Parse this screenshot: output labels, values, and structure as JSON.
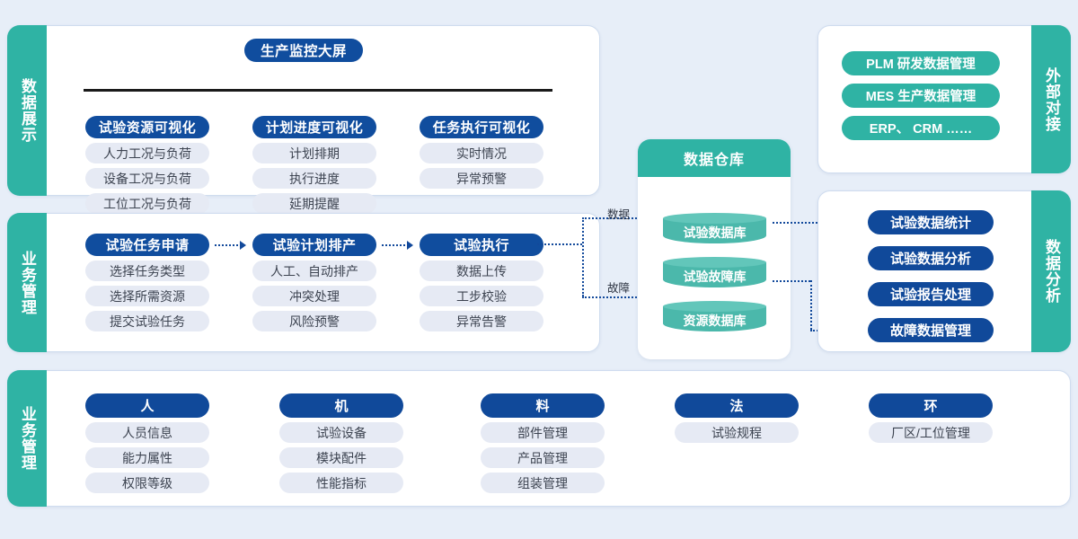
{
  "colors": {
    "background": "#e7eef8",
    "panel": "#ffffff",
    "teal": "#2fb3a4",
    "deep_blue": "#104d9e",
    "item_pill": "#e6eaf4",
    "connector": "#12499b",
    "rule": "#1a1a1a"
  },
  "display_row": {
    "side_label": "数据展示",
    "screen_title": "生产监控大屏",
    "columns": [
      {
        "header": "试验资源可视化",
        "items": [
          "人力工况与负荷",
          "设备工况与负荷",
          "工位工况与负荷"
        ]
      },
      {
        "header": "计划进度可视化",
        "items": [
          "计划排期",
          "执行进度",
          "延期提醒"
        ]
      },
      {
        "header": "任务执行可视化",
        "items": [
          "实时情况",
          "异常预警"
        ]
      }
    ]
  },
  "external_panel": {
    "side_label": "外部对接",
    "items": [
      "PLM 研发数据管理",
      "MES 生产数据管理",
      "ERP、 CRM ……"
    ]
  },
  "business_row": {
    "side_label": "业务管理",
    "columns": [
      {
        "header": "试验任务申请",
        "items": [
          "选择任务类型",
          "选择所需资源",
          "提交试验任务"
        ]
      },
      {
        "header": "试验计划排产",
        "items": [
          "人工、自动排产",
          "冲突处理",
          "风险预警"
        ]
      },
      {
        "header": "试验执行",
        "items": [
          "数据上传",
          "工步校验",
          "异常告警"
        ]
      }
    ]
  },
  "warehouse": {
    "title": "数据仓库",
    "databases": [
      "试验数据库",
      "试验故障库",
      "资源数据库"
    ]
  },
  "connectors": {
    "data_label": "数据",
    "fault_label": "故障"
  },
  "analysis_panel": {
    "side_label": "数据分析",
    "items": [
      "试验数据统计",
      "试验数据分析",
      "试验报告处理",
      "故障数据管理"
    ]
  },
  "foundation_row": {
    "side_label": "业务管理",
    "columns": [
      {
        "header": "人",
        "items": [
          "人员信息",
          "能力属性",
          "权限等级"
        ]
      },
      {
        "header": "机",
        "items": [
          "试验设备",
          "模块配件",
          "性能指标"
        ]
      },
      {
        "header": "料",
        "items": [
          "部件管理",
          "产品管理",
          "组装管理"
        ]
      },
      {
        "header": "法",
        "items": [
          "试验规程"
        ]
      },
      {
        "header": "环",
        "items": [
          "厂区/工位管理"
        ]
      }
    ]
  }
}
